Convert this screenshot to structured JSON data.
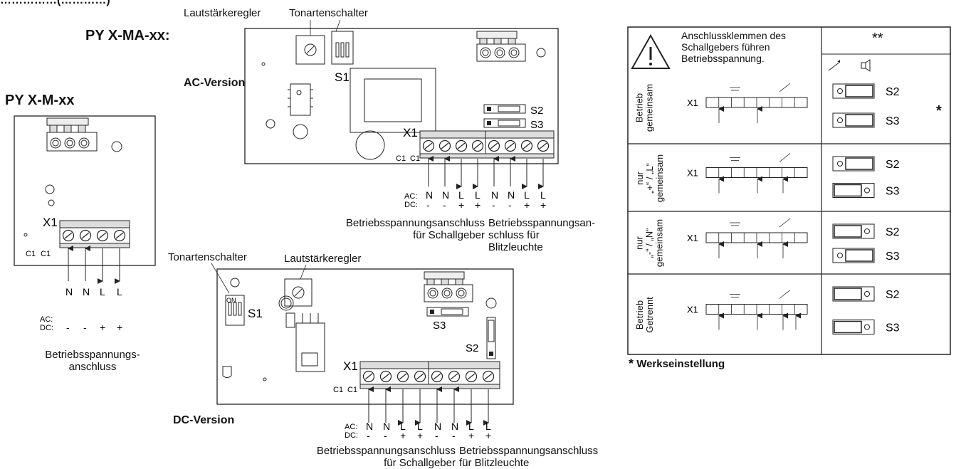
{
  "header_fragment": "……………(…………)",
  "models": {
    "py_x_ma": "PY X-MA-xx:",
    "py_x_m": "PY X-M-xx"
  },
  "versions": {
    "ac": "AC-Version",
    "dc": "DC-Version"
  },
  "labels": {
    "volume_top": "Lautstärkeregler",
    "tone_top": "Tonartenschalter",
    "volume_dc": "Lautstärkeregler",
    "tone_dc": "Tonartenschalter",
    "supply_m_1": "Betriebsspannungs-",
    "supply_m_2": "anschluss",
    "ac_supply_sounder_1": "Betriebsspannungsanschluss",
    "ac_supply_sounder_2": "für Schallgeber",
    "ac_supply_flash_1": "Betriebsspannungsan-",
    "ac_supply_flash_2": "schluss für",
    "ac_supply_flash_3": "Blitzleuchte",
    "dc_supply_sounder_1": "Betriebsspannungsanschluss",
    "dc_supply_sounder_2": "für Schallgeber",
    "dc_supply_flash_1": "Betriebsspannungsanschluss",
    "dc_supply_flash_2": "für Blitzleuchte"
  },
  "board_marks": {
    "x1": "X1",
    "s1": "S1",
    "s2": "S2",
    "s3": "S3",
    "c1": "C1",
    "on": "ON",
    "ac": "AC:",
    "dc": "DC:",
    "n": "N",
    "l": "L",
    "minus": "-",
    "plus": "+"
  },
  "table": {
    "warning_1": "Anschlussklemmen des",
    "warning_2": "Schallgebers führen",
    "warning_3": "Betriebsspannung.",
    "double_star": "**",
    "star": "*",
    "rows": [
      {
        "l1": "Betrieb",
        "l2": "gemeinsam",
        "s2": "S2",
        "s3": "S3"
      },
      {
        "l1": "nur",
        "l2": "„+“ / „L“",
        "l3": "gemeinsam",
        "s2": "S2",
        "s3": "S3"
      },
      {
        "l1": "nur",
        "l2": "„-“ / „N“",
        "l3": "gemeinsam",
        "s2": "S2",
        "s3": "S3"
      },
      {
        "l1": "Betrieb",
        "l2": "Getrennt",
        "s2": "S2",
        "s3": "S3"
      }
    ],
    "footnote_star": "*",
    "footnote": "Werkseinstellung"
  },
  "colors": {
    "line": "#222222",
    "board_fill": "#ffffff",
    "terminal_fill": "#e6e6e6"
  }
}
